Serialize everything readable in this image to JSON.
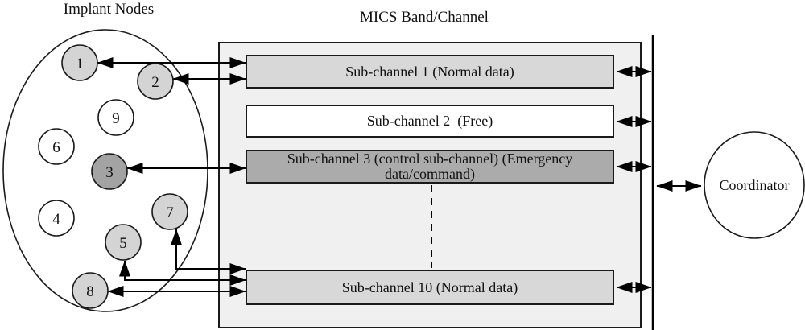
{
  "titles": {
    "implant_nodes": "Implant Nodes",
    "mics_band": "MICS Band/Channel"
  },
  "implant_nodes": [
    {
      "label": "1",
      "fill": "#d4d4d4"
    },
    {
      "label": "2",
      "fill": "#d4d4d4"
    },
    {
      "label": "3",
      "fill": "#a3a3a3"
    },
    {
      "label": "4",
      "fill": "#ffffff"
    },
    {
      "label": "5",
      "fill": "#d4d4d4"
    },
    {
      "label": "6",
      "fill": "#ffffff"
    },
    {
      "label": "7",
      "fill": "#d4d4d4"
    },
    {
      "label": "8",
      "fill": "#d4d4d4"
    },
    {
      "label": "9",
      "fill": "#ffffff"
    }
  ],
  "channels": [
    {
      "label": "Sub-channel 1 (Normal data)",
      "fill": "#d8d8d8"
    },
    {
      "label": "Sub-channel 2  (Free)",
      "fill": "#ffffff"
    },
    {
      "label": "Sub-channel 3 (control sub-channel) (Emergency\ndata/command)",
      "fill": "#ababab"
    },
    {
      "label": "Sub-channel 10 (Normal data)",
      "fill": "#d8d8d8"
    }
  ],
  "coordinator": {
    "label": "Coordinator"
  },
  "colors": {
    "line": "#000000",
    "border": "#1a1a1a",
    "band_background": "#f0f0f0",
    "normal_channel_fill": "#d8d8d8",
    "free_channel_fill": "#ffffff",
    "control_channel_fill": "#ababab",
    "busy_node_fill": "#d4d4d4",
    "emergency_node_fill": "#a3a3a3",
    "idle_node_fill": "#ffffff"
  }
}
